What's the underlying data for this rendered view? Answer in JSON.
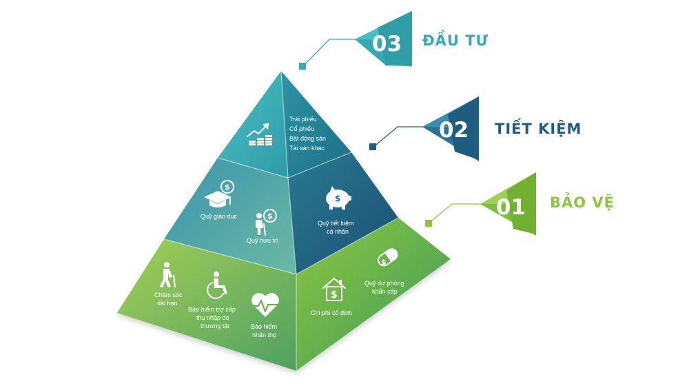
{
  "colors": {
    "invest": "#35aab5",
    "saving": "#1e5d80",
    "protect": "#8cc63f"
  },
  "tiers": [
    {
      "number": "03",
      "title": "ĐẦU TƯ",
      "color": "#35aab5"
    },
    {
      "number": "02",
      "title": "TIẾT KIỆM",
      "color": "#1e5d80"
    },
    {
      "number": "01",
      "title": "BẢO VỆ",
      "color": "#8cc63f"
    }
  ],
  "top": {
    "items": [
      "Trái phiếu",
      "Cổ phiếu",
      "Bất động sản",
      "Tài sản khác"
    ],
    "icon": "growth-chart-coins-icon"
  },
  "middle": {
    "education": {
      "label": "Quỹ giáo dục",
      "icon": "graduation-cap-dollar-icon"
    },
    "retirement": {
      "label": "Quỹ hưu trí",
      "icon": "elderly-dollar-icon"
    },
    "savings": {
      "label_1": "Quỹ tiết kiệm",
      "label_2": "cá nhân",
      "icon": "piggy-bank-icon"
    }
  },
  "bottom": {
    "care": {
      "label_1": "Chăm sóc",
      "label_2": "dài hạn",
      "icon": "walking-cane-icon"
    },
    "disability": {
      "label_1": "Bảo hiểm trợ cấp",
      "label_2": "thu nhập do",
      "label_3": "thương tật",
      "icon": "wheelchair-dollar-icon"
    },
    "life": {
      "label_1": "Bảo hiểm",
      "label_2": "nhân thọ",
      "icon": "heart-pulse-icon"
    },
    "fixed": {
      "label": "Chi phí cố định",
      "icon": "house-dollar-icon"
    },
    "emergency": {
      "label_1": "Quỹ dự phòng",
      "label_2": "khẩn cấp",
      "icon": "pill-dollar-icon"
    }
  }
}
